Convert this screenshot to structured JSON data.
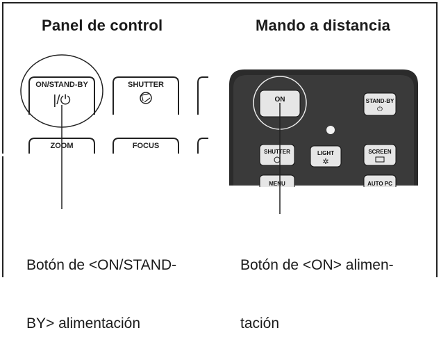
{
  "panel_title": "Panel de control",
  "remote_title": "Mando a distancia",
  "panel_buttons": {
    "on_standby": "ON/STAND-BY",
    "on_standby_symbol": "|/⏻",
    "shutter": "SHUTTER",
    "zoom": "ZOOM",
    "focus": "FOCUS"
  },
  "remote_buttons": {
    "on": "ON",
    "on_symbol": "|",
    "standby": "STAND-BY",
    "shutter": "SHUTTER",
    "light": "LIGHT",
    "screen": "SCREEN",
    "menu": "MENU",
    "auto_pc": "AUTO PC"
  },
  "caption_left": {
    "line1": "Botón de <ON/STAND-",
    "line2": "BY> alimentación"
  },
  "caption_right": {
    "line1": "Botón de <ON> alimen-",
    "line2": "tación"
  },
  "colors": {
    "remote_body": "#2b2b2b",
    "remote_button": "#e6e6e6",
    "line": "#222222"
  }
}
